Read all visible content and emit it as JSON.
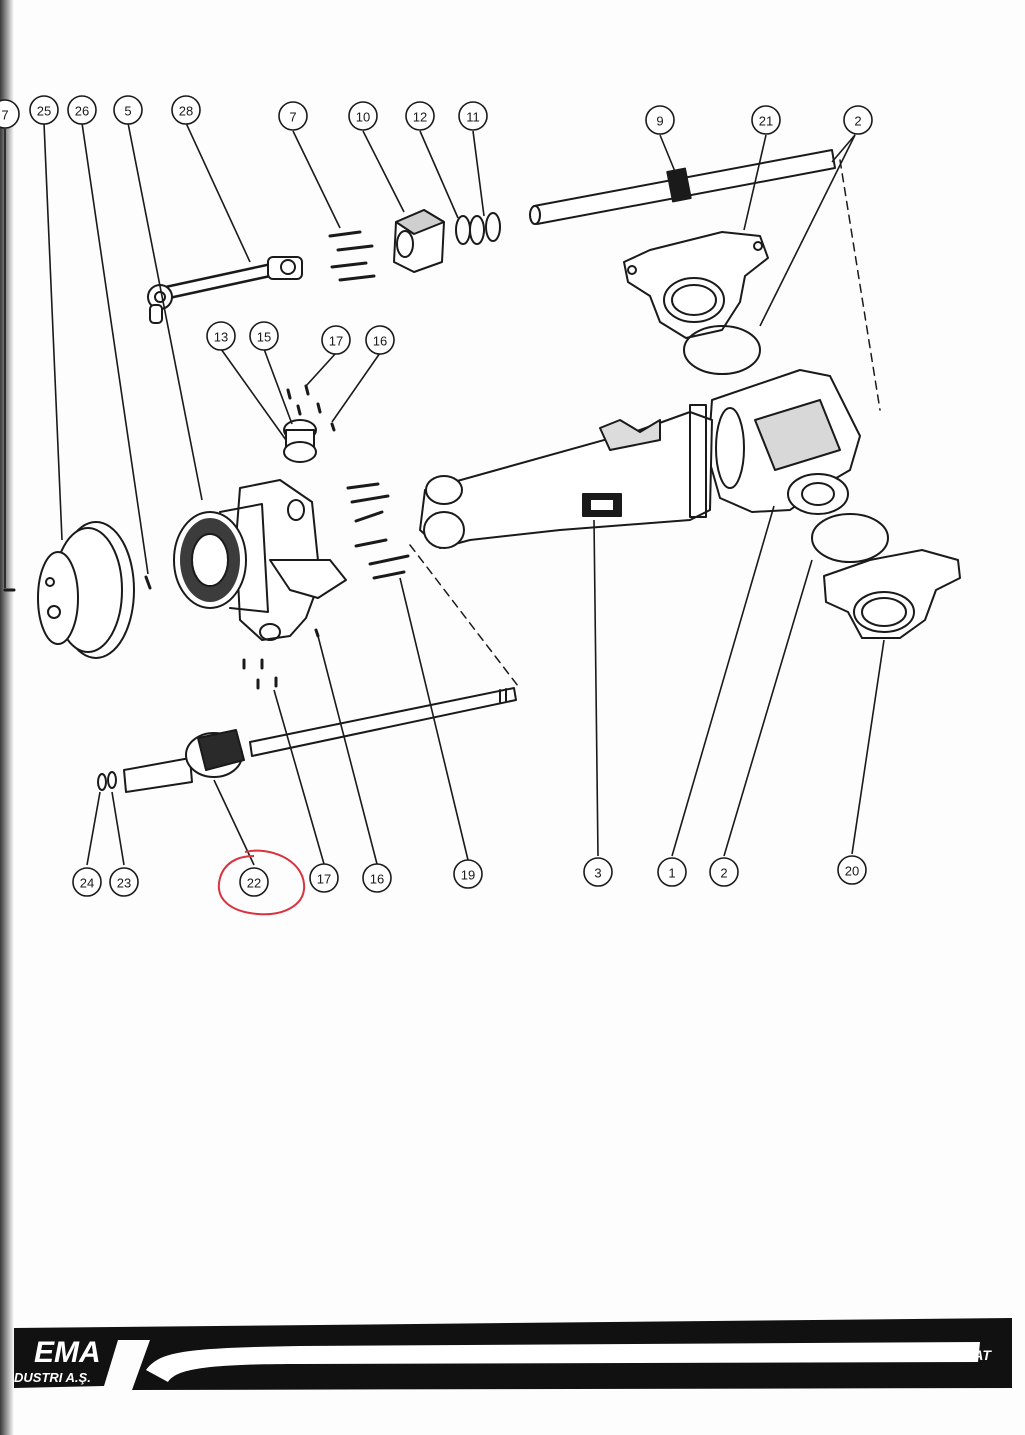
{
  "diagram": {
    "callouts": [
      {
        "label": "7"
      },
      {
        "label": "25"
      },
      {
        "label": "26"
      },
      {
        "label": "5"
      },
      {
        "label": "28"
      },
      {
        "label": "7"
      },
      {
        "label": "10"
      },
      {
        "label": "12"
      },
      {
        "label": "11"
      },
      {
        "label": "9"
      },
      {
        "label": "21"
      },
      {
        "label": "2"
      },
      {
        "label": "13"
      },
      {
        "label": "15"
      },
      {
        "label": "17"
      },
      {
        "label": "16"
      },
      {
        "label": "24"
      },
      {
        "label": "23"
      },
      {
        "label": "22"
      },
      {
        "label": "17"
      },
      {
        "label": "16"
      },
      {
        "label": "19"
      },
      {
        "label": "3"
      },
      {
        "label": "1"
      },
      {
        "label": "2"
      },
      {
        "label": "20"
      }
    ],
    "highlight": {
      "target_label": "22",
      "color": "#d9333f"
    }
  },
  "footer": {
    "brand_text": "EMA",
    "brand_subtext": "DUSTRI A.Ş.",
    "right_text": "HATTAT"
  },
  "colors": {
    "ink": "#1a1a1a",
    "paper": "#fdfdfd",
    "highlight": "#d9333f"
  }
}
